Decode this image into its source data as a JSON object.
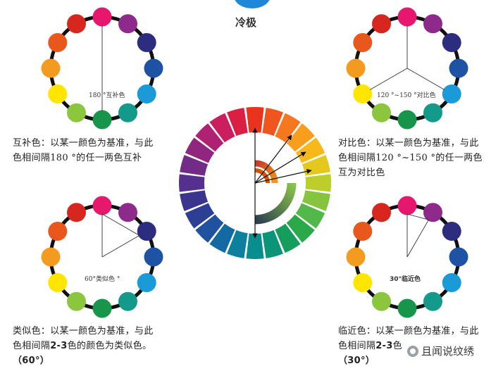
{
  "header": {
    "title": "冷极",
    "accent": "#1e88d8"
  },
  "small_wheel_colors": [
    "#e6186d",
    "#8e2a8c",
    "#2c2d7e",
    "#1d53a2",
    "#1a9bd7",
    "#139a8a",
    "#17954a",
    "#8cc63e",
    "#ffe500",
    "#f39b1f",
    "#e8571c",
    "#d7261e"
  ],
  "big_wheel_colors": [
    "#e8341c",
    "#f05a1c",
    "#f6821f",
    "#fbad1a",
    "#f2c319",
    "#ccd121",
    "#8dc63f",
    "#52b849",
    "#25a74a",
    "#0e9a63",
    "#079284",
    "#0a8a9a",
    "#0f6fa3",
    "#1e55a0",
    "#2c3f95",
    "#3d348d",
    "#5d2e8b",
    "#7f2985",
    "#a2237c",
    "#c51f65",
    "#d91c4a"
  ],
  "big_wheel_count": 24,
  "wheels": [
    {
      "id": "top-left",
      "inner_label": "180 °互补色",
      "angles_deg": [
        0,
        180
      ]
    },
    {
      "id": "top-right",
      "inner_label": "120 °~150 °对比色",
      "angles_deg": [
        0,
        120,
        240
      ]
    },
    {
      "id": "bottom-left",
      "inner_label": "60°类似色 °",
      "angles_deg": [
        0,
        60
      ]
    },
    {
      "id": "bottom-right",
      "inner_label": "30°临近色",
      "angles_deg": [
        0,
        30
      ]
    }
  ],
  "captions": {
    "complementary": {
      "line1": "互补色：以某一颜色为基准，与此",
      "line2": "色相间隔180 °的任一两色互补"
    },
    "contrast": {
      "line1": "对比色：以某一颜色为基准，与此",
      "line2": "色相间隔120 °~150 °的任一两色",
      "line3": "互为对比色"
    },
    "analogous": {
      "line1": "类似色：以某一颜色为基准，与此",
      "line2_a": "色相间隔",
      "line2_b": "2-3",
      "line2_c": "色的颜色为类似色。",
      "line3": "（60°）"
    },
    "adjacent": {
      "line1": "临近色：以某一颜色为基准，与此",
      "line2_a": "色相间隔",
      "line2_b": "2-3",
      "line2_c": "色",
      "line3": "（30°）"
    }
  },
  "watermark": {
    "text": "且闻说纹绣"
  }
}
